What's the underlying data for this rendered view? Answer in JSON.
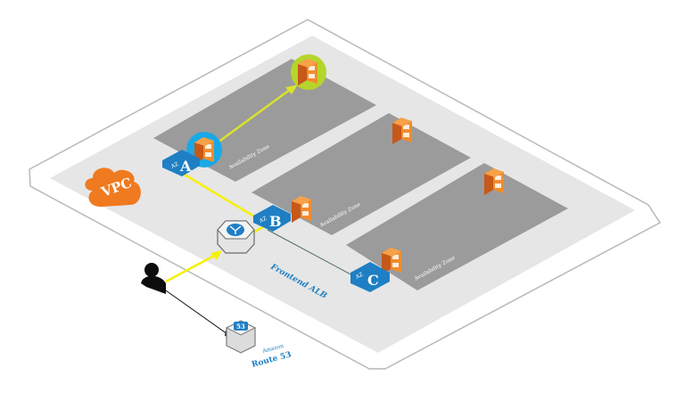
{
  "vpc": {
    "label": "VPC"
  },
  "zones": [
    {
      "badge_prefix": "AZ",
      "badge_letter": "A",
      "label": "Availability Zone"
    },
    {
      "badge_prefix": "AZ",
      "badge_letter": "B",
      "label": "Availability Zone"
    },
    {
      "badge_prefix": "AZ",
      "badge_letter": "C",
      "label": "Availability Zone"
    }
  ],
  "alb": {
    "label": "Frontend ALB"
  },
  "route53": {
    "line1": "Amazon",
    "line2": "Route 53",
    "badge": "53"
  },
  "colors": {
    "vpc_orange": "#f07a1f",
    "zone_gray": "#9b9b9b",
    "badge_blue": "#1f7fc4",
    "ec2_orange": "#e8741e",
    "highlight_blue": "#19a9e6",
    "highlight_green": "#b5d52a",
    "flow_yellow": "#f6f000"
  }
}
